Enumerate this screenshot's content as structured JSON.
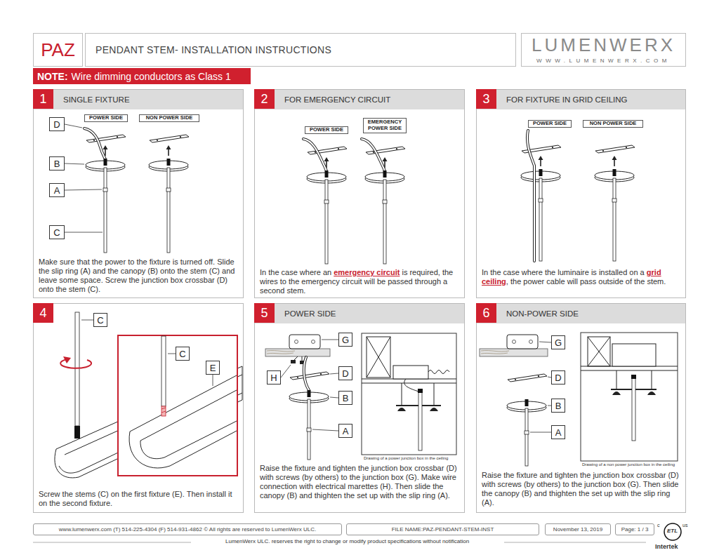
{
  "diagram": {
    "nodes": [
      {
        "text": [
          "PAZ"
        ]
      },
      {
        "text": [
          "PENDANT STEM- INSTALLATION INSTRUCTIONS"
        ]
      },
      {
        "text": [
          "LUMENWERX",
          "WWW.LUMENWERX.COM"
        ]
      },
      {
        "text": [
          "NOTE:",
          "Wire dimming conductors as Class 1"
        ]
      },
      {
        "text": [
          "SINGLE FIXTURE",
          "Make sure that the power to the fixture is turned off. Slide the slip ring (A) and the canopy (B) onto the stem (C) and leave some space. Screw the junction box crossbar (D) onto the stem (C)."
        ]
      },
      {
        "text": [
          "1"
        ],
        "in": 4
      },
      {
        "text": [
          "POWER SIDE"
        ],
        "in": 4
      },
      {
        "text": [
          "NON POWER SIDE"
        ],
        "in": 4
      },
      {
        "text": [
          "D"
        ],
        "in": 4
      },
      {
        "text": [
          "B"
        ],
        "in": 4
      },
      {
        "text": [
          "A"
        ],
        "in": 4
      },
      {
        "text": [
          "C"
        ],
        "in": 4
      },
      {
        "text": [
          "FOR EMERGENCY CIRCUIT",
          "In the case where an",
          "emergency circuit",
          "is required, the wires to the emergency circuit will be passed through a second stem."
        ]
      },
      {
        "text": [
          "2"
        ],
        "in": 12
      },
      {
        "text": [
          "POWER SIDE"
        ],
        "in": 12
      },
      {
        "text": [
          "EMERGENCY POWER SIDE"
        ],
        "in": 12
      },
      {
        "text": [
          "FOR FIXTURE IN GRID CEILING",
          "In the case where the luminaire is installed on a",
          "grid ceiling",
          ", the power cable will pass outside of the stem."
        ]
      },
      {
        "text": [
          "3"
        ],
        "in": 16
      },
      {
        "text": [
          "POWER SIDE"
        ],
        "in": 16
      },
      {
        "text": [
          "NON POWER SIDE"
        ],
        "in": 16
      },
      {
        "text": [
          "Screw the stems (C) on the first fixture (E). Then install it on the second fixture."
        ]
      },
      {
        "text": [
          "4"
        ],
        "in": 20
      },
      {
        "text": [
          "C"
        ],
        "in": 20
      },
      {
        "text": [
          "C"
        ],
        "in": 20
      },
      {
        "text": [
          "E"
        ],
        "in": 20
      },
      {
        "text": [
          "POWER SIDE",
          "Raise the fixture and tighten the junction box crossbar (D) with screws (by others) to the junction box (G). Make wire connection with electrical marettes (H). Then slide the canopy (B) and thighten the set up with the slip ring (A)."
        ]
      },
      {
        "text": [
          "5"
        ],
        "in": 25
      },
      {
        "text": [
          "G"
        ],
        "in": 25
      },
      {
        "text": [
          "D"
        ],
        "in": 25
      },
      {
        "text": [
          "H"
        ],
        "in": 25
      },
      {
        "text": [
          "B"
        ],
        "in": 25
      },
      {
        "text": [
          "A"
        ],
        "in": 25
      },
      {
        "text": [
          "NON-POWER SIDE",
          "Raise the fixture and tighten the junction box crossbar (D) with screws (by others) to the junction box (G). Then slide the canopy (B) and thighten the set up with the slip ring (A)."
        ]
      },
      {
        "text": [
          "6"
        ],
        "in": 32
      },
      {
        "text": [
          "G"
        ],
        "in": 32
      },
      {
        "text": [
          "D"
        ],
        "in": 32
      },
      {
        "text": [
          "B"
        ],
        "in": 32
      },
      {
        "text": [
          "A"
        ],
        "in": 32
      },
      {
        "text": [
          "www.lumenwerx.com (T) 514-225-4304 (F) 514-931-4862 © All rights are reserved to LumenWerx ULC."
        ]
      },
      {
        "text": [
          "FILE NAME:PAZ-PENDANT-STEM-INST"
        ]
      },
      {
        "text": [
          "November 13, 2019"
        ]
      },
      {
        "text": [
          "Page: 1 / 3"
        ]
      }
    ],
    "labels": [
      "Drawing of a power junction box in the ceiling",
      "Drawing of a non power junction box in the ceiling",
      "LumenWerx ULC. reserves the right to change or modify product specifications without notification",
      "c",
      "ETL",
      "us",
      "Intertek"
    ]
  }
}
